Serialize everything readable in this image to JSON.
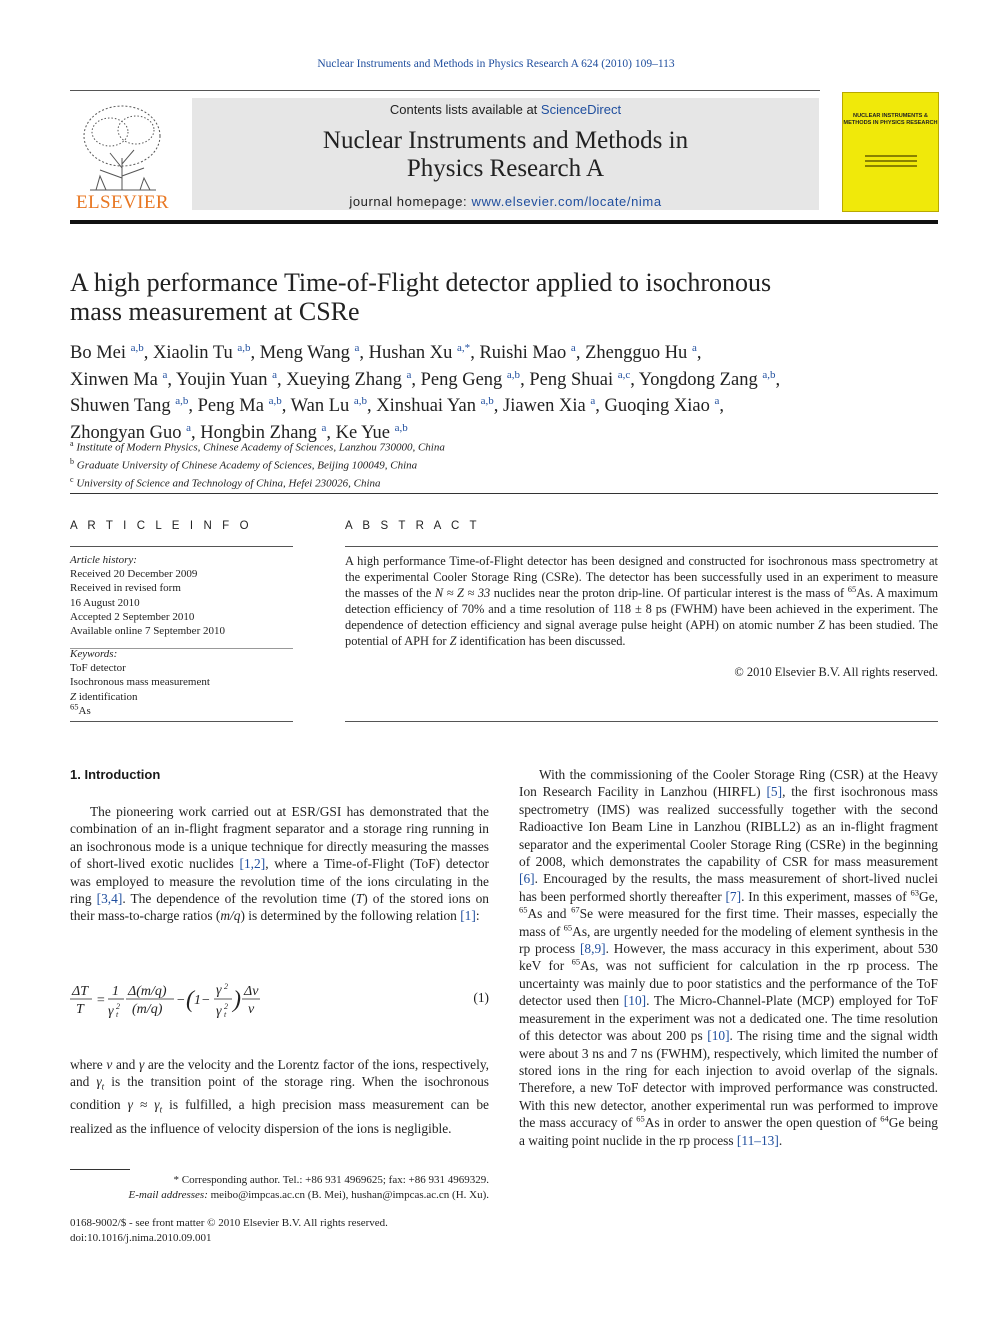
{
  "journal_ref": "Nuclear Instruments and Methods in Physics Research A 624 (2010) 109–113",
  "banner": {
    "contents_prefix": "Contents lists available at ",
    "contents_link": "ScienceDirect",
    "journal_name_1": "Nuclear Instruments and Methods in",
    "journal_name_2": "Physics Research A",
    "homepage_prefix": "journal homepage: ",
    "homepage_url": "www.elsevier.com/locate/nima",
    "publisher_logo_text": "ELSEVIER",
    "cover_title": "NUCLEAR INSTRUMENTS & METHODS IN PHYSICS RESEARCH"
  },
  "article": {
    "title_line1": "A high performance Time-of-Flight detector applied to isochronous",
    "title_line2": "mass measurement at CSRe",
    "authors": [
      {
        "name": "Bo Mei",
        "aff": "a,b",
        "sep": ", "
      },
      {
        "name": "Xiaolin Tu",
        "aff": "a,b",
        "sep": ", "
      },
      {
        "name": "Meng Wang",
        "aff": "a",
        "sep": ", "
      },
      {
        "name": "Hushan Xu",
        "aff": "a,*",
        "sep": ", "
      },
      {
        "name": "Ruishi Mao",
        "aff": "a",
        "sep": ", "
      },
      {
        "name": "Zhengguo Hu",
        "aff": "a",
        "sep": ","
      },
      {
        "name": "Xinwen Ma",
        "aff": "a",
        "sep": ", "
      },
      {
        "name": "Youjin Yuan",
        "aff": "a",
        "sep": ", "
      },
      {
        "name": "Xueying Zhang",
        "aff": "a",
        "sep": ", "
      },
      {
        "name": "Peng Geng",
        "aff": "a,b",
        "sep": ", "
      },
      {
        "name": "Peng Shuai",
        "aff": "a,c",
        "sep": ", "
      },
      {
        "name": "Yongdong Zang",
        "aff": "a,b",
        "sep": ","
      },
      {
        "name": "Shuwen Tang",
        "aff": "a,b",
        "sep": ", "
      },
      {
        "name": "Peng Ma",
        "aff": "a,b",
        "sep": ", "
      },
      {
        "name": "Wan Lu",
        "aff": "a,b",
        "sep": ", "
      },
      {
        "name": "Xinshuai Yan",
        "aff": "a,b",
        "sep": ", "
      },
      {
        "name": "Jiawen Xia",
        "aff": "a",
        "sep": ", "
      },
      {
        "name": "Guoqing Xiao",
        "aff": "a",
        "sep": ","
      },
      {
        "name": "Zhongyan Guo",
        "aff": "a",
        "sep": ", "
      },
      {
        "name": "Hongbin Zhang",
        "aff": "a",
        "sep": ", "
      },
      {
        "name": "Ke Yue",
        "aff": "a,b",
        "sep": ""
      }
    ],
    "affiliations": [
      {
        "mark": "a",
        "text": "Institute of Modern Physics, Chinese Academy of Sciences, Lanzhou 730000, China"
      },
      {
        "mark": "b",
        "text": "Graduate University of Chinese Academy of Sciences, Beijing 100049, China"
      },
      {
        "mark": "c",
        "text": "University of Science and Technology of China, Hefei 230026, China"
      }
    ]
  },
  "article_info": {
    "heading": "A R T I C L E   I N F O",
    "history_label": "Article history:",
    "received": "Received 20 December 2009",
    "revised_1": "Received in revised form",
    "revised_2": "16 August 2010",
    "accepted": "Accepted 2 September 2010",
    "online": "Available online 7 September 2010",
    "keywords_label": "Keywords:",
    "keyword_1": "ToF detector",
    "keyword_2": "Isochronous mass measurement",
    "keyword_3_var": "Z",
    "keyword_3_rest": " identification",
    "keyword_4_sup": "65",
    "keyword_4_rest": "As"
  },
  "abstract": {
    "heading": "A B S T R A C T",
    "s1": "A high performance Time-of-Flight detector has been designed and constructed for isochronous mass spectrometry at the experimental Cooler Storage Ring (CSRe). The detector has been successfully used in an experiment to measure the masses of the ",
    "s1_math": "N ≈ Z ≈ 33",
    "s2": " nuclides near the proton drip-line. Of particular interest is the mass of ",
    "s2_sup": "65",
    "s3": "As. A maximum detection efficiency of 70% and a time resolution of 118 ± 8 ps (FWHM) have been achieved in the experiment. The dependence of detection efficiency and signal average pulse height (APH) on atomic number ",
    "s3_var": "Z",
    "s4": " has been studied. The potential of APH for ",
    "s4_var": "Z",
    "s5": " identification has been discussed.",
    "copyright": "© 2010 Elsevier B.V. All rights reserved."
  },
  "intro": {
    "heading": "1.  Introduction",
    "p1_a": "The pioneering work carried out at ESR/GSI has demonstrated that the combination of an in-flight fragment separator and a storage ring running in an isochronous mode is a unique technique for directly measuring the masses of short-lived exotic nuclides ",
    "p1_ref1": "[1,2]",
    "p1_b": ", where a Time-of-Flight (ToF) detector was employed to measure the revolution time of the ions circulating in the ring ",
    "p1_ref2": "[3,4]",
    "p1_c": ". The dependence of the revolution time (",
    "p1_T": "T",
    "p1_d": ") of the stored ions on their mass-to-charge ratios (",
    "p1_mq": "m/q",
    "p1_e": ") is determined by the following relation ",
    "p1_ref3": "[1]",
    "p1_f": ":",
    "eq_number": "(1)",
    "p2_a": "where ",
    "p2_v": "v",
    "p2_b": " and ",
    "p2_g": "γ",
    "p2_c": " are the velocity and the Lorentz factor of the ions, respectively, and ",
    "p2_gt": "γ",
    "p2_d": " is the transition point of the storage ring. When the isochronous condition ",
    "p2_cond": "γ ≈ γ",
    "p2_e": " is fulfilled, a high precision mass measurement can be realized as the influence of velocity dispersion of the ions is negligible."
  },
  "right_col": {
    "a": "With the commissioning of the Cooler Storage Ring (CSR) at the Heavy Ion Research Facility in Lanzhou (HIRFL) ",
    "r1": "[5]",
    "b": ", the first isochronous mass spectrometry (IMS) was realized successfully together with the second Radioactive Ion Beam Line in Lanzhou (RIBLL2) as an in-flight fragment separator and the experimental Cooler Storage Ring (CSRe) in the beginning of 2008, which demonstrates the capability of CSR for mass measurement ",
    "r2": "[6]",
    "c": ". Encouraged by the results, the mass measurement of short-lived nuclei has been performed shortly thereafter ",
    "r3": "[7]",
    "d": ". In this experiment, masses of ",
    "d_s1": "63",
    "d_t1": "Ge, ",
    "d_s2": "65",
    "d_t2": "As and ",
    "d_s3": "67",
    "e": "Se were measured for the first time. Their masses, especially the mass of ",
    "e_s": "65",
    "f": "As, are urgently needed for the modeling of element synthesis in the rp process ",
    "r4": "[8,9]",
    "g": ". However, the mass accuracy in this experiment, about 530 keV for ",
    "g_s": "65",
    "h": "As, was not sufficient for calculation in the rp process. The uncertainty was mainly due to poor statistics and the performance of the ToF detector used then ",
    "r5": "[10]",
    "i": ". The Micro-Channel-Plate (MCP) employed for ToF measurement in the experiment was not a dedicated one. The time resolution of this detector was about 200 ps ",
    "r6": "[10]",
    "j": ". The rising time and the signal width were about 3 ns and 7 ns (FWHM), respectively, which limited the number of stored ions in the ring for each injection to avoid overlap of the signals. Therefore, a new ToF detector with improved performance was constructed. With this new detector, another experimental run was performed to improve the mass accuracy of ",
    "j_s": "65",
    "k": "As in order to answer the open question of ",
    "k_s": "64",
    "l": "Ge being a waiting point nuclide in the rp process ",
    "r7": "[11–13]",
    "m": "."
  },
  "footnotes": {
    "corr": "* Corresponding author. Tel.: +86 931 4969625; fax: +86 931 4969329.",
    "email_label": "E-mail addresses:",
    "email_1": " meibo@impcas.ac.cn (B. Mei), ",
    "email_2": "hushan@impcas.ac.cn (H. Xu)."
  },
  "footer": {
    "line1": "0168-9002/$ - see front matter © 2010 Elsevier B.V. All rights reserved.",
    "line2": "doi:10.1016/j.nima.2010.09.001"
  },
  "colors": {
    "link": "#1f4e9e",
    "elsevier_orange": "#e87722",
    "cover_yellow": "#f0e90a",
    "banner_gray": "#e6e6e6"
  }
}
